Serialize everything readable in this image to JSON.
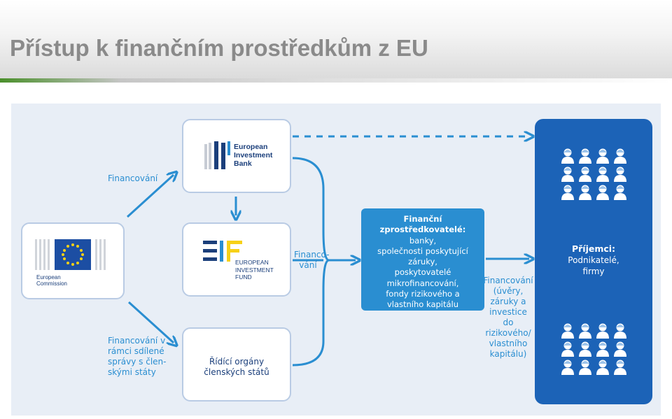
{
  "title": "Přístup k finančním prostředkům z EU",
  "colors": {
    "accent_blue": "#2a8ed1",
    "dark_blue": "#1c63b7",
    "navy": "#1b3f7b",
    "eu_yellow": "#f7d117",
    "canvas_bg": "#e8eef6"
  },
  "logos": {
    "eib": {
      "lines": [
        "European",
        "Investment",
        "Bank"
      ],
      "icon": "eib-logo-icon"
    },
    "eif": {
      "lines": [
        "EUROPEAN",
        "INVESTMENT",
        "FUND"
      ],
      "icon": "eif-logo-icon"
    },
    "ec": {
      "lines": [
        "European",
        "Commission"
      ],
      "icon": "eu-flag-icon"
    }
  },
  "boxes": {
    "national": {
      "lines": [
        "Řídící orgány",
        "členských států"
      ]
    }
  },
  "labels": {
    "financing_top": "Financování",
    "financing_shared": [
      "Financování v",
      "rámci sdílené",
      "správy s člen-",
      "skými státy"
    ],
    "financing_mid": [
      "Financo-",
      "vání"
    ],
    "financing_right": [
      "Financování",
      "(úvěry,",
      "záruky a",
      "investice do",
      "rizikového/",
      "vlastního",
      "kapitálu)"
    ]
  },
  "intermediaries": {
    "head": "Finanční zprostředkovatelé:",
    "lines": [
      "banky,",
      "společnosti poskytující",
      "záruky,",
      "poskytovatelé",
      "mikrofinancování,",
      "fondy rizikového a",
      "vlastního kapitálu"
    ]
  },
  "recipients": {
    "head": "Příjemci:",
    "lines": [
      "Podnikatelé,",
      "firmy"
    ],
    "icon": "people-group-icon"
  },
  "edges": [
    {
      "from": "EIB",
      "to": "EIF",
      "style": "solid"
    },
    {
      "from": "European Commission",
      "to": "EIB",
      "style": "solid"
    },
    {
      "from": "European Commission",
      "to": "Řídící orgány členských států",
      "style": "solid"
    },
    {
      "from": "EIB / EIF / Řídící orgány",
      "to": "Finanční zprostředkovatelé",
      "style": "solid"
    },
    {
      "from": "Finanční zprostředkovatelé",
      "to": "Příjemci",
      "style": "solid"
    },
    {
      "from": "EIB",
      "to": "Příjemci",
      "style": "dashed"
    }
  ]
}
